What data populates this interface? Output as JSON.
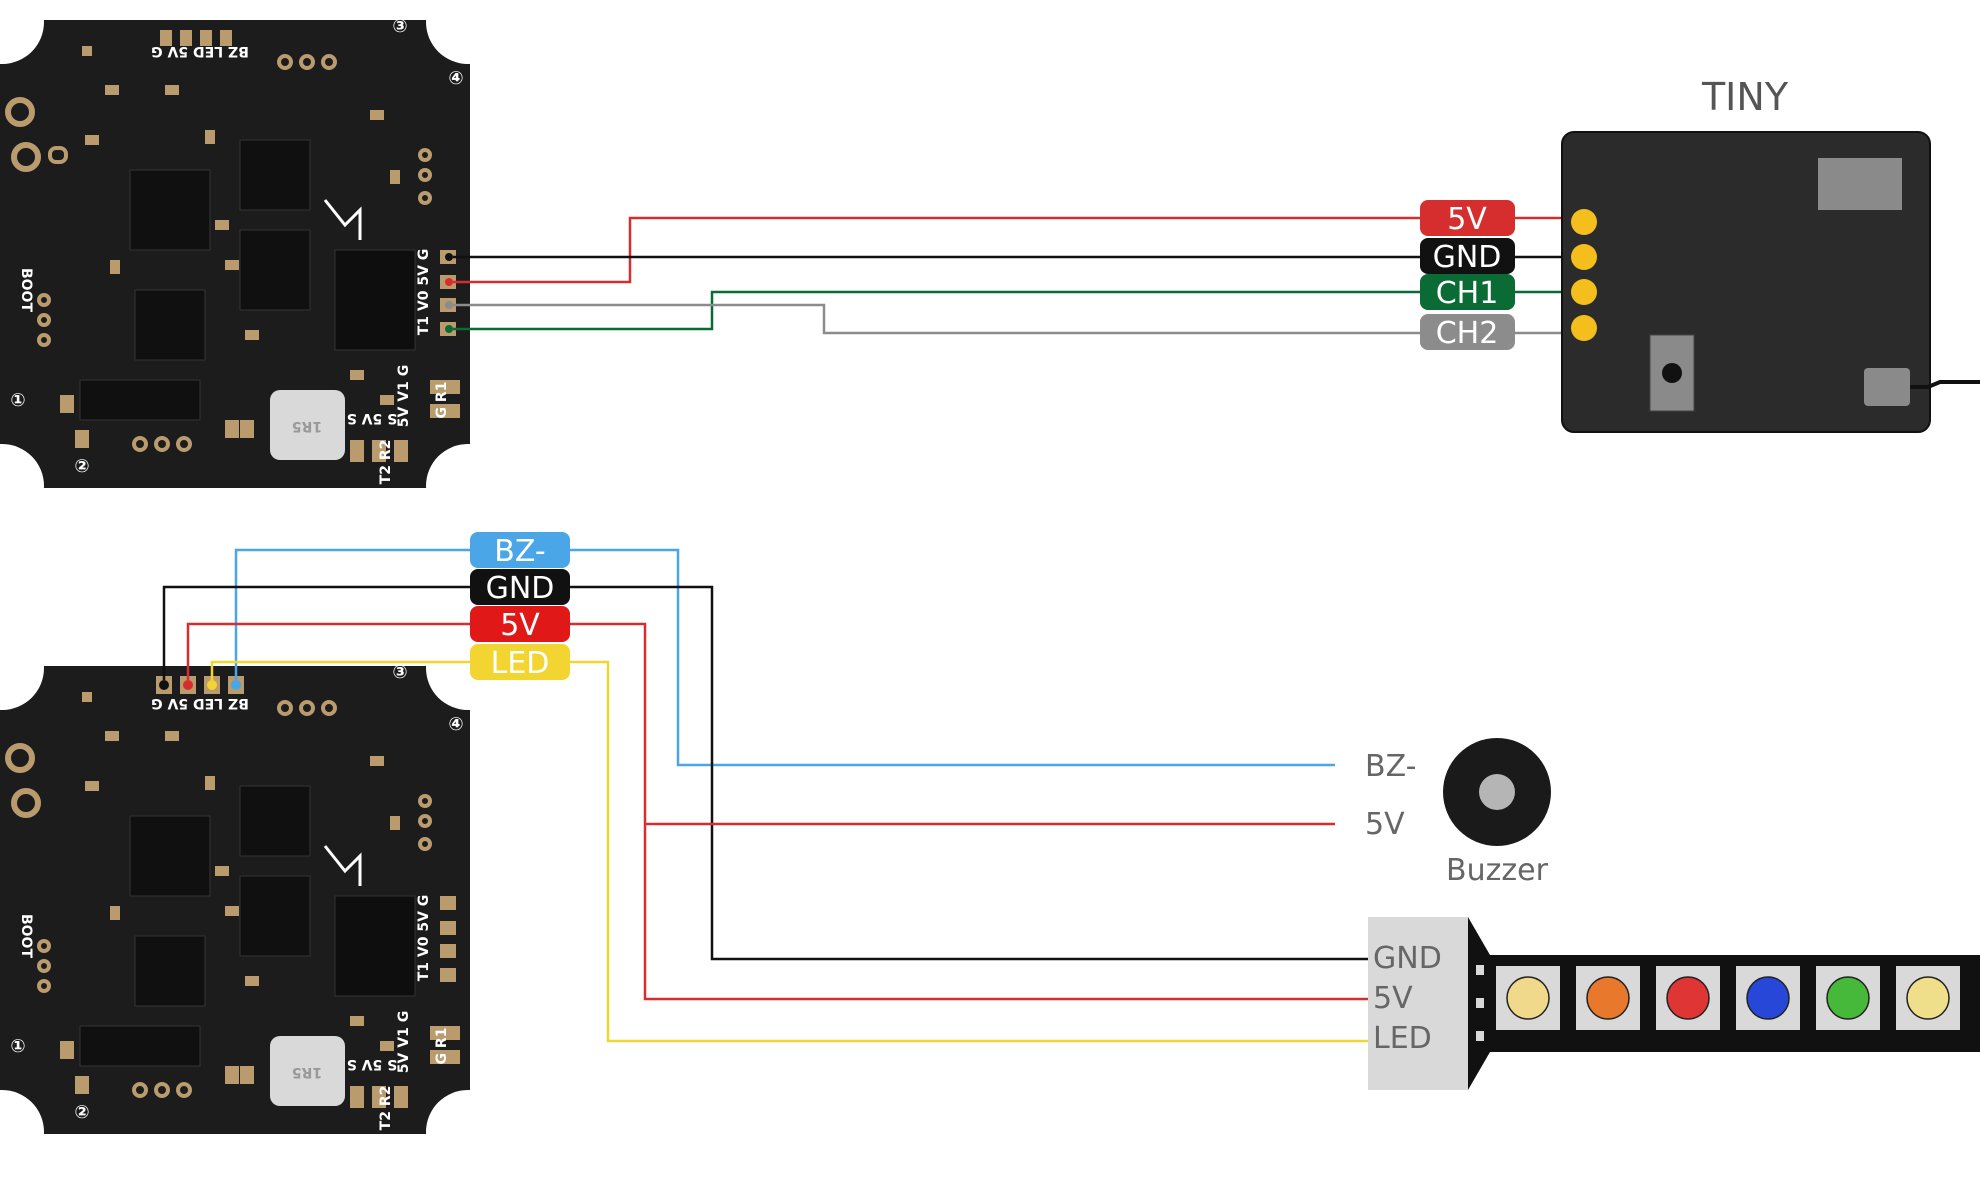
{
  "colors": {
    "red": "#d62e2e",
    "black": "#111111",
    "green": "#0a6b35",
    "gray": "#8c8c8c",
    "blue": "#4aa6e6",
    "yellow": "#f2d531",
    "board": "#1c1c1c",
    "receiver": "#2b2b2b"
  },
  "receiver": {
    "title": "TINY",
    "pins": [
      {
        "label": "5V",
        "color": "red"
      },
      {
        "label": "GND",
        "color": "black"
      },
      {
        "label": "CH1",
        "color": "green"
      },
      {
        "label": "CH2",
        "color": "gray"
      }
    ]
  },
  "bottom_wires": [
    {
      "label": "BZ-",
      "color": "blue"
    },
    {
      "label": "GND",
      "color": "black"
    },
    {
      "label": "5V",
      "color": "red"
    },
    {
      "label": "LED",
      "color": "yellow"
    }
  ],
  "buzzer": {
    "label": "Buzzer",
    "pins": [
      "BZ-",
      "5V"
    ]
  },
  "ledstrip": {
    "pins": [
      "GND",
      "5V",
      "LED"
    ],
    "leds": [
      "#f0d98a",
      "#e8782c",
      "#e03535",
      "#2747d9",
      "#46b83a",
      "#f0df8a"
    ]
  },
  "fc_silkscreen": {
    "top_header": "BZ LED 5V G",
    "side_pads": "T1 V0 5V G",
    "bottom_pads_a": "5V V1 G",
    "bottom_pads_b": "G R1",
    "bottom_pads_c": "S 5V S",
    "bottom_pads_d": "T2 R2",
    "boot": "BOOT",
    "chip": "1R5",
    "markers": [
      "①",
      "②",
      "③",
      "④"
    ]
  }
}
